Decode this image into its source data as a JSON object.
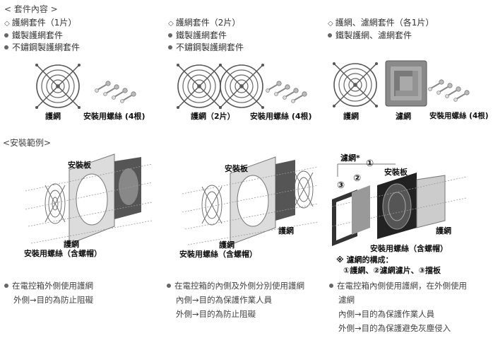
{
  "section1": {
    "title": "< 套件內容 >",
    "col1": {
      "items": [
        {
          "marker": "diamond",
          "text": "護網套件（1片）"
        },
        {
          "marker": "dot",
          "text": "鐵製護網套件"
        },
        {
          "marker": "dot",
          "text": "不鏽鋼製護網套件"
        }
      ],
      "captions": [
        "護網",
        "安裝用螺絲 (4根)"
      ]
    },
    "col2": {
      "items": [
        {
          "marker": "diamond",
          "text": "護網套件（2片）"
        },
        {
          "marker": "dot",
          "text": "鐵製護網套件"
        },
        {
          "marker": "dot",
          "text": "不鏽鋼製護網套件"
        }
      ],
      "captions": [
        "護網（2片）",
        "安裝用螺絲 (4根)"
      ]
    },
    "col3": {
      "items": [
        {
          "marker": "diamond",
          "text": "護網、濾網套件（各1片）"
        },
        {
          "marker": "dot",
          "text": "鐵製護網、濾網套件"
        }
      ],
      "captions": [
        "護網",
        "濾網",
        "安裝用螺絲 (4根)"
      ]
    }
  },
  "section2": {
    "title": "<安裝範例>",
    "ex1": {
      "labels": {
        "panel": "安裝板",
        "guard": "護網",
        "screws": "安裝用螺絲（含螺帽）"
      },
      "desc": [
        "在電控箱外側使用護網",
        "外側→目的為防止阻礙"
      ]
    },
    "ex2": {
      "labels": {
        "panel": "安裝板",
        "guard_inner": "護網",
        "guard_outer": "護網",
        "screws": "安裝用螺絲（含螺帽）"
      },
      "desc": [
        "在電控箱的內側及外側分別使用護網",
        "內側→目的為保護作業人員",
        "外側→目的為防止阻礙"
      ]
    },
    "ex3": {
      "labels": {
        "filter": "濾網*",
        "panel": "安裝板",
        "guard": "護網",
        "n1": "①",
        "n2": "②",
        "n3": "③",
        "screws": "安裝用螺絲（含螺帽）",
        "note_title": "※ 濾網的構成：",
        "note_body": "①護網、②濾網濾片、③擋板"
      },
      "desc": [
        "在電控箱內側使用護網，在外側使用",
        "濾網",
        "內側→目的為保護作業人員",
        "外側→目的為保護避免灰塵侵入"
      ]
    }
  }
}
